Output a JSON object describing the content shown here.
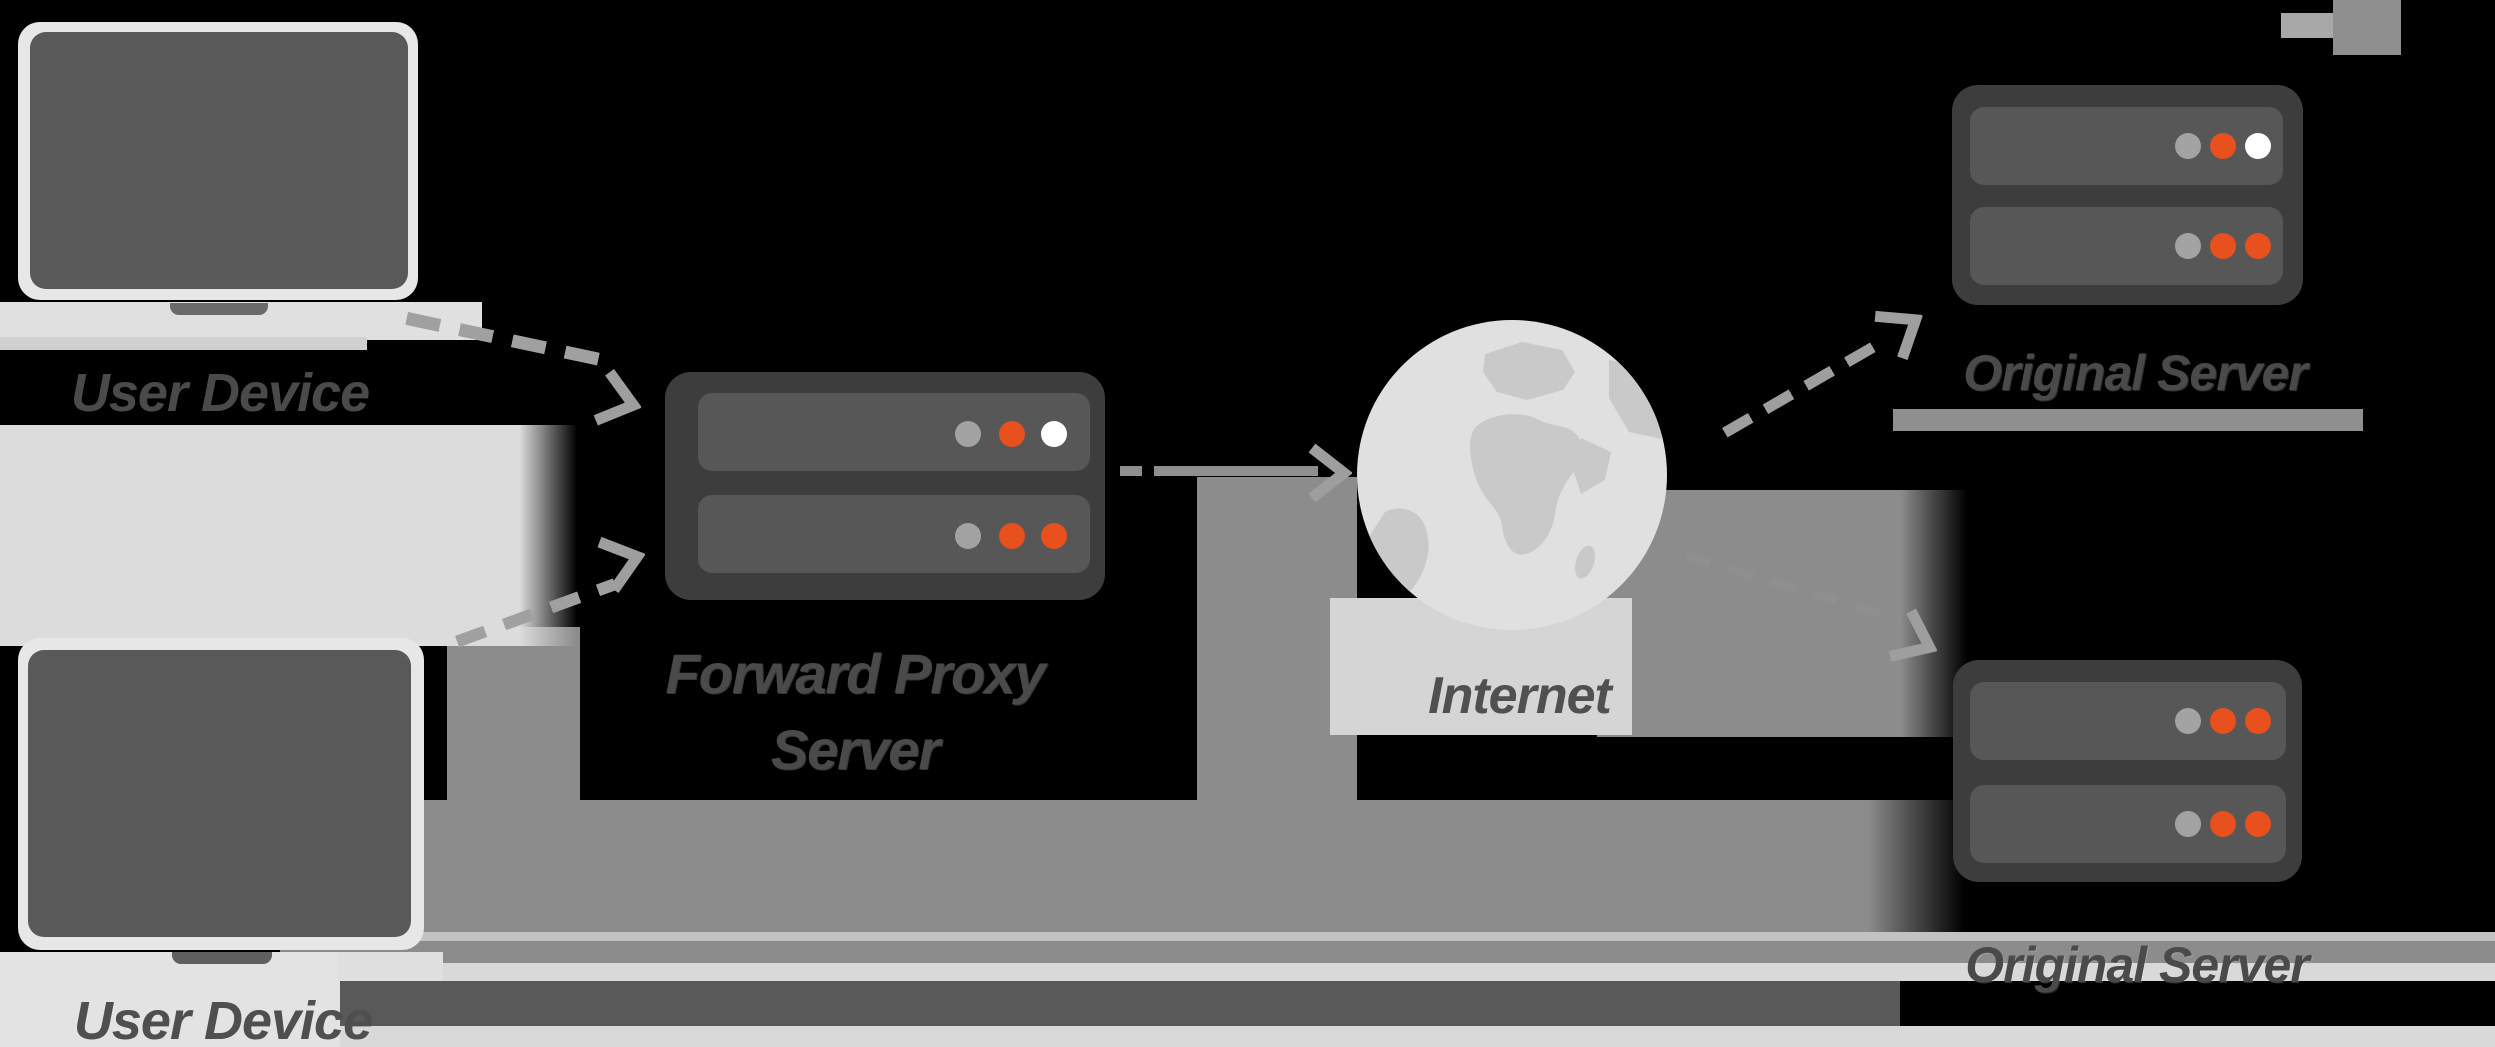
{
  "nodes": {
    "user_device_top": {
      "label": "User Device",
      "icon": "laptop-icon"
    },
    "user_device_bottom": {
      "label": "User Device",
      "icon": "laptop-icon"
    },
    "forward_proxy": {
      "label_line1": "Forward Proxy",
      "label_line2": "Server",
      "icon": "server-rack-icon"
    },
    "internet": {
      "label": "Internet",
      "icon": "globe-icon"
    },
    "original_server_top": {
      "label": "Original Server",
      "icon": "server-rack-icon"
    },
    "original_server_bottom": {
      "label": "Original Server",
      "icon": "server-rack-icon"
    }
  },
  "connections": [
    {
      "from": "user_device_top",
      "to": "forward_proxy",
      "style": "dashed-chevron"
    },
    {
      "from": "user_device_bottom",
      "to": "forward_proxy",
      "style": "dashed-chevron"
    },
    {
      "from": "forward_proxy",
      "to": "internet",
      "style": "dashed-chevron"
    },
    {
      "from": "internet",
      "to": "original_server_top",
      "style": "dashed-chevron"
    },
    {
      "from": "internet",
      "to": "original_server_bottom",
      "style": "dashed-chevron"
    }
  ],
  "server_lights": {
    "row1": [
      "gray",
      "orange",
      "white"
    ],
    "row2": [
      "gray",
      "orange",
      "orange"
    ]
  },
  "colors": {
    "background": "#000000",
    "label_text": "#4a4a4a",
    "laptop_frame": "#e7e7e7",
    "laptop_screen": "#595959",
    "server_body": "#3d3d3d",
    "server_slot": "#575757",
    "dot_gray": "#a3a3a3",
    "dot_orange": "#e8501e",
    "dot_white": "#ffffff",
    "globe_body": "#e0e0e0",
    "globe_land": "#c9c9c9",
    "arrow": "#9e9e9e",
    "slab_gray": "#8c8c8c",
    "panel_light": "#dcdcdc"
  }
}
